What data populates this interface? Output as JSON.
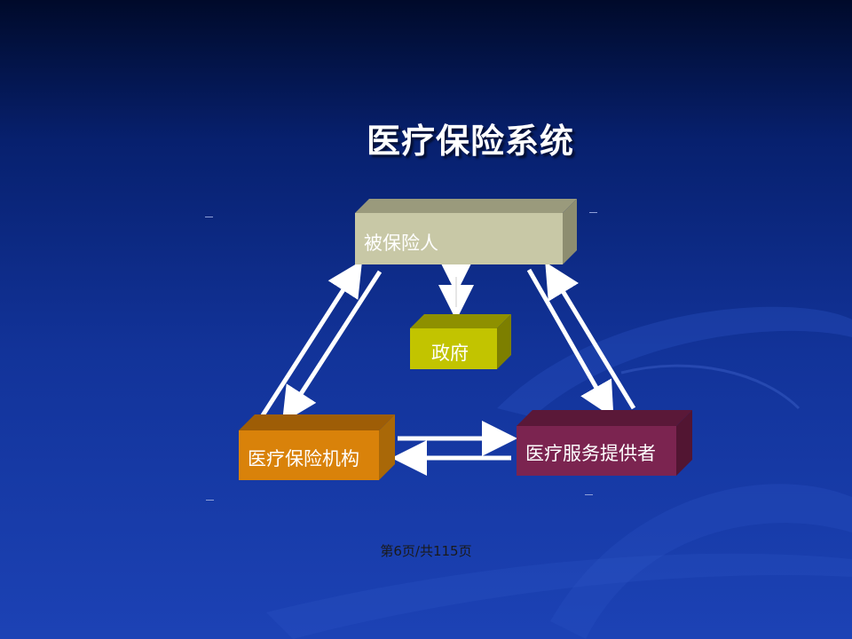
{
  "title": "医疗保险系统",
  "nodes": {
    "insured": "被保险人",
    "government": "政府",
    "insurer": "医疗保险机构",
    "provider": "医疗服务提供者"
  },
  "footer": "第6页/共115页",
  "colors": {
    "background_top": "#000a2a",
    "background_bottom": "#1c42b5",
    "insured_box": "#c8c8a6",
    "government_box": "#c2c400",
    "insurer_box": "#d9820a",
    "provider_box": "#7b2450",
    "arrows": "#ffffff"
  }
}
